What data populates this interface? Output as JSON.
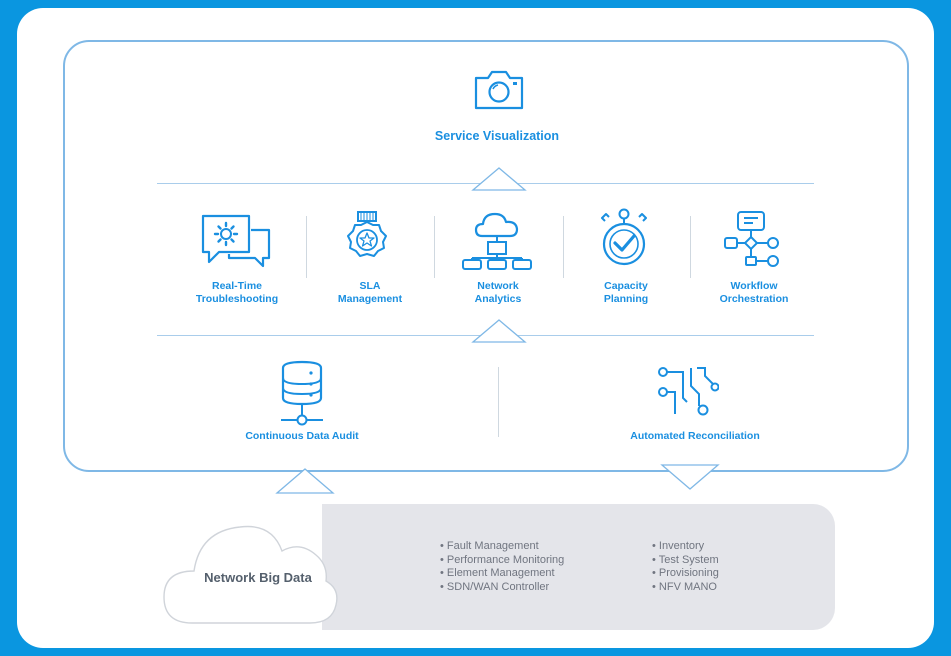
{
  "top": {
    "title": "Service Visualization",
    "icon": "camera-icon"
  },
  "middle": [
    {
      "line1": "Real-Time",
      "line2": "Troubleshooting",
      "icon": "chat-gear-icon"
    },
    {
      "line1": "SLA",
      "line2": "Management",
      "icon": "badge-star-icon"
    },
    {
      "line1": "Network",
      "line2": "Analytics",
      "icon": "cloud-hierarchy-icon"
    },
    {
      "line1": "Capacity",
      "line2": "Planning",
      "icon": "stopwatch-check-icon"
    },
    {
      "line1": "Workflow",
      "line2": "Orchestration",
      "icon": "workflow-icon"
    }
  ],
  "bottom": [
    {
      "label": "Continuous Data Audit",
      "icon": "database-icon"
    },
    {
      "label": "Automated Reconciliation",
      "icon": "circuit-icon"
    }
  ],
  "source": {
    "title": "Network Big Data",
    "list_left": [
      "• Fault Management",
      "• Performance Monitoring",
      "• Element Management",
      "• SDN/WAN Controller"
    ],
    "list_right": [
      "• Inventory",
      "• Test System",
      "• Provisioning",
      "• NFV MANO"
    ]
  },
  "colors": {
    "background": "#0a96e0",
    "accent": "#1a8fe0",
    "frame": "#7fb8e6",
    "panel": "#e4e5ea"
  }
}
